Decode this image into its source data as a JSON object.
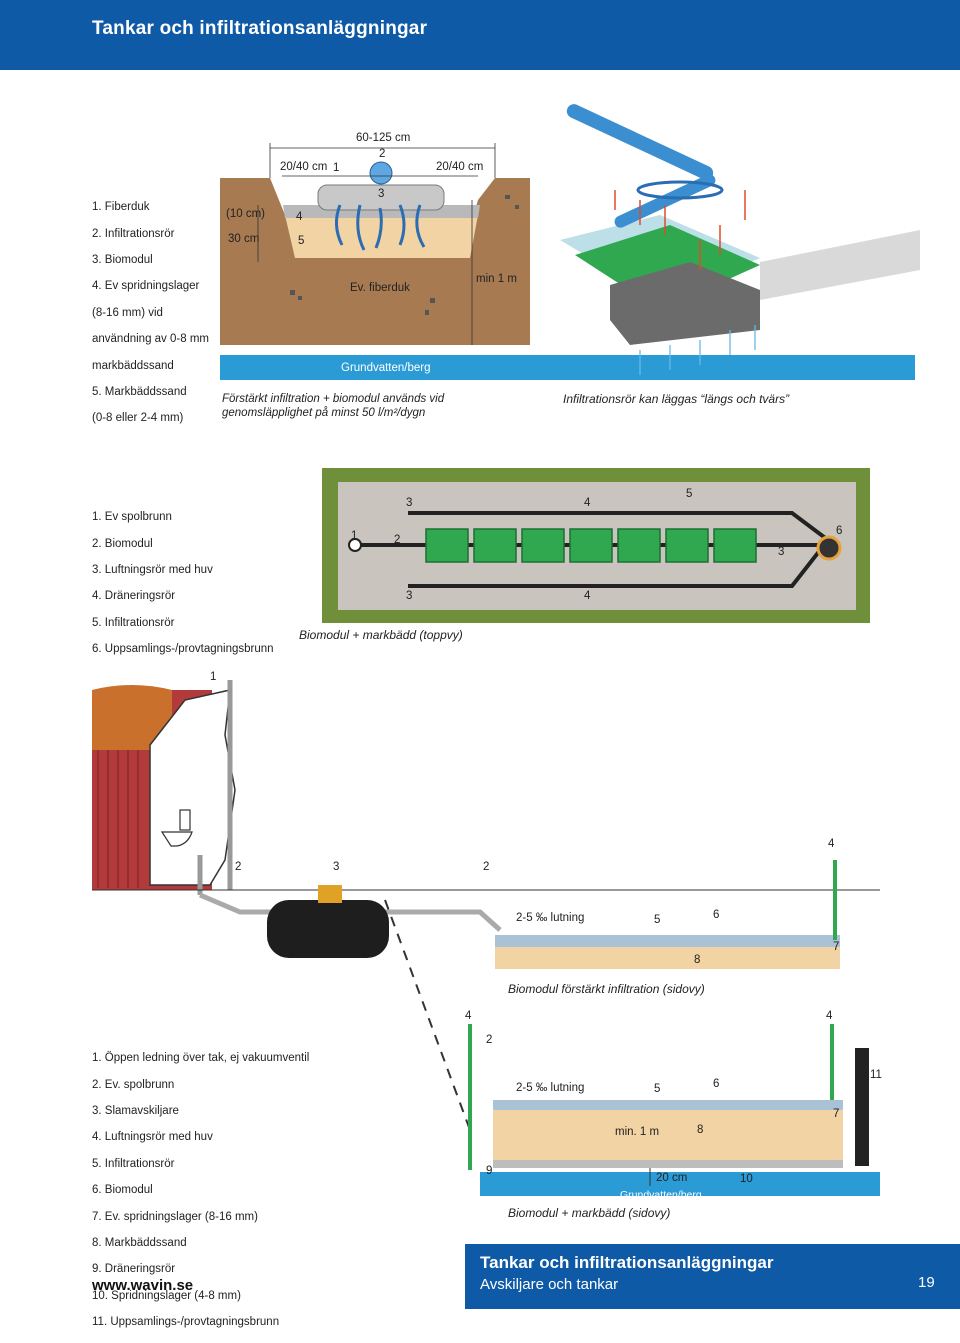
{
  "header": {
    "title": "Tankar och infiltrationsanläggningar"
  },
  "section1": {
    "legend": [
      "1. Fiberduk",
      "2. Infiltrationsrör",
      "3. Biomodul",
      "4. Ev spridningslager",
      "(8-16 mm) vid",
      "användning av 0-8 mm",
      "markbäddssand",
      "5. Markbäddssand",
      "(0-8 eller 2-4 mm)"
    ],
    "labels": {
      "width": "60-125 cm",
      "side_left": "20/40 cm",
      "side_right": "20/40 cm",
      "n1": "1",
      "n2": "2",
      "n3": "3",
      "n4": "4",
      "n5": "5",
      "depth_top": "(10 cm)",
      "depth": "30 cm",
      "fiberduk": "Ev. fiberduk",
      "min": "min 1 m",
      "groundwater": "Grundvatten/berg"
    },
    "caption_left": "Förstärkt infiltration + biomodul används vid genomsläpplighet på minst 50 l/m²/dygn",
    "caption_right": "Infiltrationsrör kan läggas “längs och tvärs”"
  },
  "section2": {
    "legend": [
      "1. Ev spolbrunn",
      "2. Biomodul",
      "3. Luftningsrör med huv",
      "4. Dräneringsrör",
      "5. Infiltrationsrör",
      "6. Uppsamlings-/provtagningsbrunn"
    ],
    "labels": {
      "n1": "1",
      "n2": "2",
      "n3a": "3",
      "n3b": "3",
      "n3c": "3",
      "n4a": "4",
      "n4b": "4",
      "n5": "5",
      "n6": "6"
    },
    "caption": "Biomodul + markbädd (toppvy)"
  },
  "section3": {
    "labels": {
      "n1": "1",
      "n2a": "2",
      "n3": "3",
      "n2b": "2",
      "n4": "4",
      "slope": "2-5 ‰ lutning",
      "n5": "5",
      "n6": "6",
      "n7": "7",
      "n8": "8"
    },
    "caption": "Biomodul förstärkt infiltration (sidovy)"
  },
  "section4": {
    "legend": [
      "1. Öppen ledning över tak, ej vakuumventil",
      "2. Ev. spolbrunn",
      "3. Slamavskiljare",
      "4. Luftningsrör med huv",
      "5. Infiltrationsrör",
      "6. Biomodul",
      "7. Ev. spridningslager (8-16 mm)",
      "8. Markbäddssand",
      "9. Dräneringsrör",
      "10. Spridningslager (4-8 mm)",
      "11. Uppsamlings-/provtagningsbrunn"
    ],
    "labels": {
      "n4a": "4",
      "n4b": "4",
      "n2": "2",
      "slope": "2-5 ‰ lutning",
      "n5": "5",
      "n6": "6",
      "n7": "7",
      "n11": "11",
      "min": "min. 1 m",
      "n8": "8",
      "n9": "9",
      "cm": "20 cm",
      "n10": "10",
      "groundwater": "Grundvatten/berg"
    },
    "caption": "Biomodul + markbädd (sidovy)"
  },
  "footer": {
    "url": "www.wavin.se",
    "title": "Tankar och infiltrationsanläggningar",
    "subtitle": "Avskiljare och tankar",
    "page": "19"
  },
  "colors": {
    "brand_blue": "#0f5aa6",
    "soil": "#a87a52",
    "sand": "#f2d3a4",
    "green": "#2fa84f",
    "water": "#2b9bd6"
  }
}
